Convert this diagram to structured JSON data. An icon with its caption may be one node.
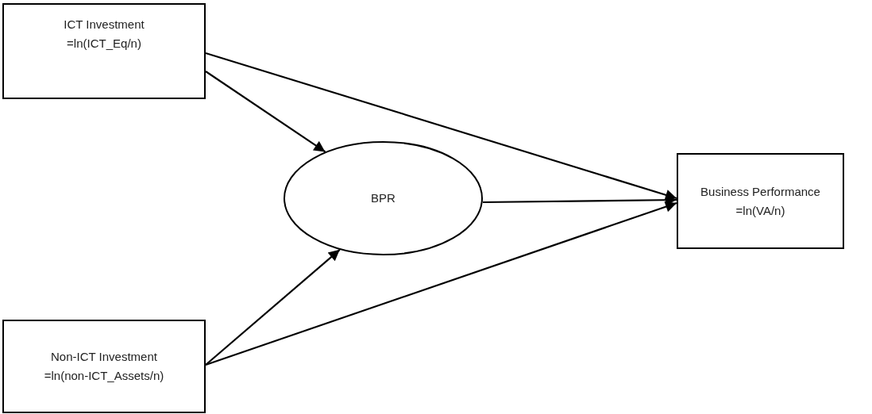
{
  "diagram": {
    "nodes": [
      {
        "text": [
          "ICT Investment",
          "=ln(ICT_Eq/n)"
        ]
      },
      {
        "text": [
          "BPR"
        ]
      },
      {
        "text": [
          "Business Performance",
          "=ln(VA/n)"
        ]
      },
      {
        "text": [
          "Non-ICT Investment",
          "=ln(non-ICT_Assets/n)"
        ]
      }
    ],
    "edges": [
      {
        "from": 0,
        "to": 1,
        "arrow": "to"
      },
      {
        "from": 0,
        "to": 2,
        "arrow": "to"
      },
      {
        "from": 1,
        "to": 2,
        "arrow": "to"
      },
      {
        "from": 3,
        "to": 1,
        "arrow": "to"
      },
      {
        "from": 3,
        "to": 2,
        "arrow": "to"
      }
    ]
  }
}
